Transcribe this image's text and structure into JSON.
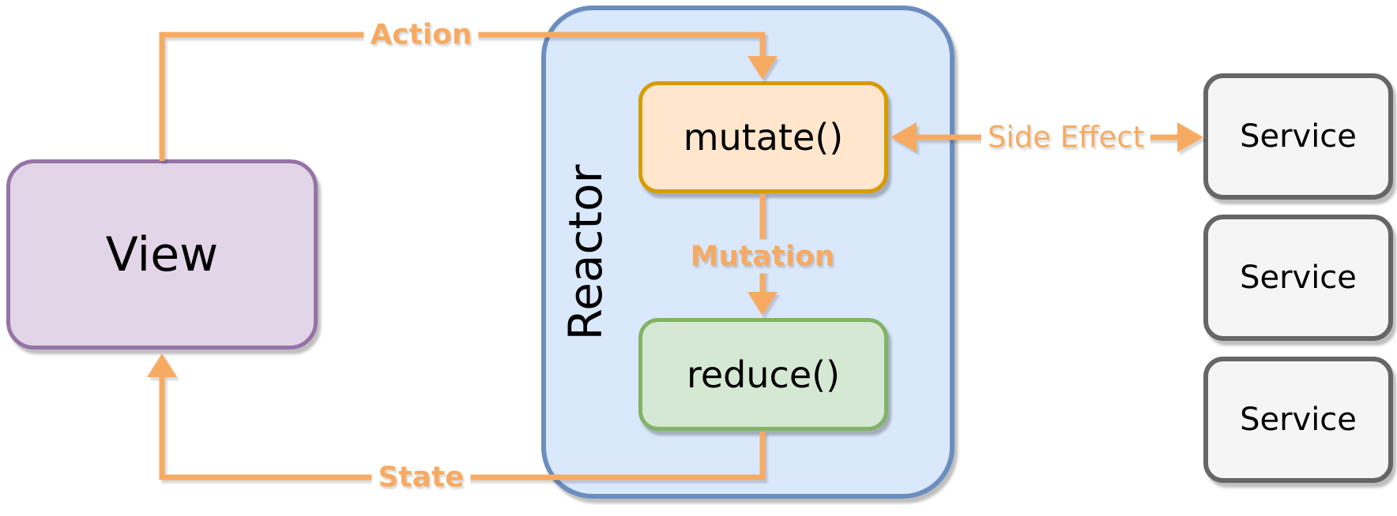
{
  "diagram": {
    "type": "flow-architecture",
    "nodes": {
      "view": "View",
      "reactor": "Reactor",
      "mutate": "mutate()",
      "reduce": "reduce()",
      "services": [
        "Service",
        "Service",
        "Service"
      ]
    },
    "edges": {
      "action": "Action",
      "mutation": "Mutation",
      "state": "State",
      "side_effect": "Side Effect"
    },
    "flows": [
      "View -> Action -> mutate()",
      "mutate() -> Mutation -> reduce()",
      "reduce() -> State -> View",
      "mutate() <-> Side Effect <-> Service"
    ],
    "colors": {
      "arrow_orange": "#F7AB62",
      "view_fill": "#E1D5E7",
      "view_stroke": "#9673A6",
      "reactor_fill": "#DAE8FC",
      "reactor_stroke": "#6C8EBF",
      "mutate_fill": "#FFE6CC",
      "mutate_stroke": "#D79B00",
      "reduce_fill": "#D5E8D4",
      "reduce_stroke": "#82B366",
      "service_fill": "#F5F5F5",
      "service_stroke": "#666666",
      "text": "#000000"
    }
  }
}
